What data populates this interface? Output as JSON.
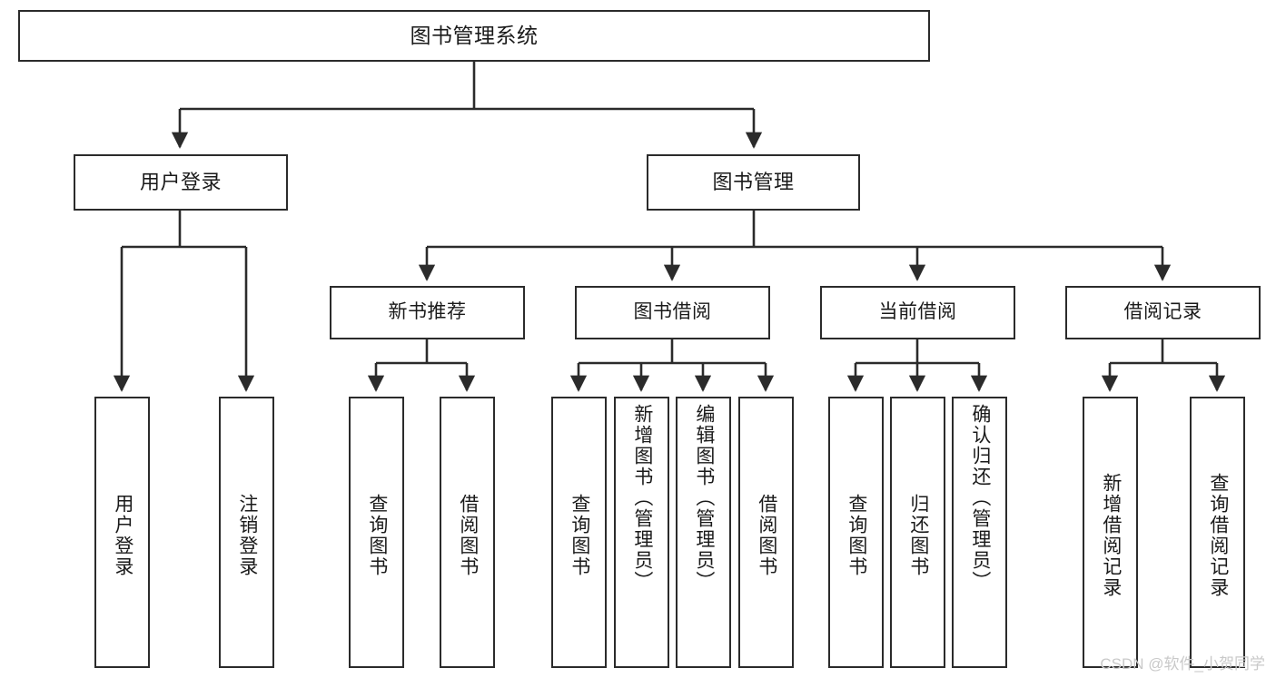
{
  "diagram": {
    "type": "tree",
    "title": "图书管理系统",
    "root": {
      "id": "root",
      "label": "图书管理系统"
    },
    "level1": [
      {
        "id": "user-login",
        "label": "用户登录"
      },
      {
        "id": "book-manage",
        "label": "图书管理"
      }
    ],
    "level2": [
      {
        "id": "new-book-rec",
        "label": "新书推荐",
        "parent": "book-manage"
      },
      {
        "id": "book-borrow",
        "label": "图书借阅",
        "parent": "book-manage"
      },
      {
        "id": "current-borrow",
        "label": "当前借阅",
        "parent": "book-manage"
      },
      {
        "id": "borrow-record",
        "label": "借阅记录",
        "parent": "book-manage"
      }
    ],
    "leaves": [
      {
        "id": "leaf-user-login",
        "label": "用户登录",
        "parent": "user-login"
      },
      {
        "id": "leaf-logout-login",
        "label": "注销登录",
        "parent": "user-login"
      },
      {
        "id": "leaf-query-book-1",
        "label": "查询图书",
        "parent": "new-book-rec"
      },
      {
        "id": "leaf-borrow-book-1",
        "label": "借阅图书",
        "parent": "new-book-rec"
      },
      {
        "id": "leaf-query-book-2",
        "label": "查询图书",
        "parent": "book-borrow"
      },
      {
        "id": "leaf-add-book",
        "label": "新增图书（管理员）",
        "parent": "book-borrow"
      },
      {
        "id": "leaf-edit-book",
        "label": "编辑图书（管理员）",
        "parent": "book-borrow"
      },
      {
        "id": "leaf-borrow-book-2",
        "label": "借阅图书",
        "parent": "book-borrow"
      },
      {
        "id": "leaf-query-book-3",
        "label": "查询图书",
        "parent": "current-borrow"
      },
      {
        "id": "leaf-return-book",
        "label": "归还图书",
        "parent": "current-borrow"
      },
      {
        "id": "leaf-confirm-return",
        "label": "确认归还（管理员）",
        "parent": "current-borrow"
      },
      {
        "id": "leaf-add-record",
        "label": "新增借阅记录",
        "parent": "borrow-record"
      },
      {
        "id": "leaf-query-record",
        "label": "查询借阅记录",
        "parent": "borrow-record"
      }
    ],
    "colors": {
      "stroke": "#2b2b2b",
      "fill": "#ffffff",
      "text": "#1a1a1a",
      "watermark": "#c9c9c9"
    }
  },
  "watermark": {
    "text": "CSDN @软件_小贺同学"
  }
}
